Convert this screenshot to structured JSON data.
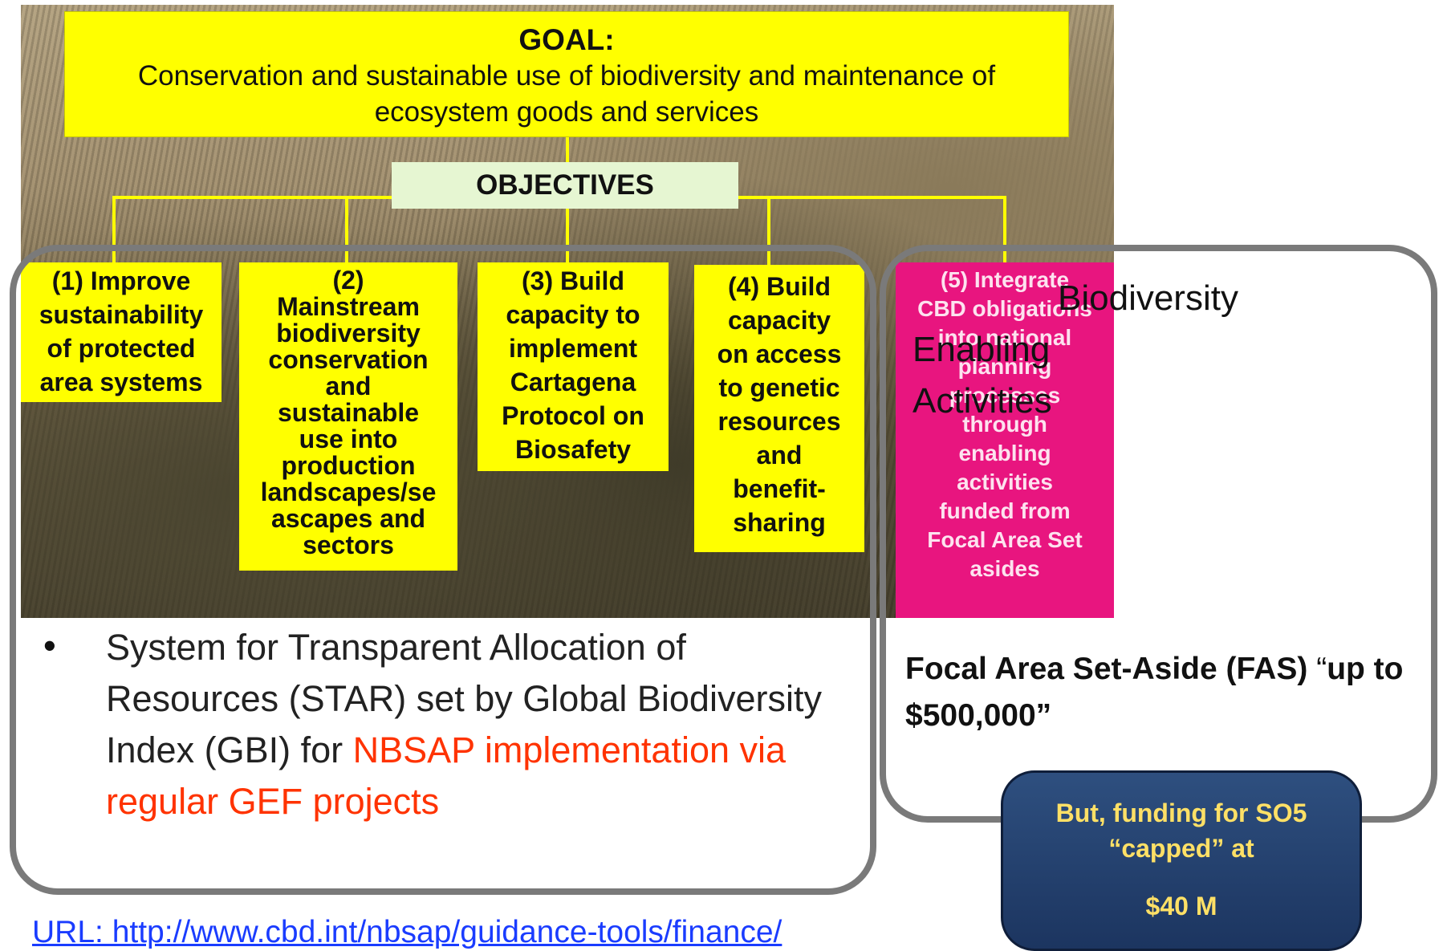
{
  "goal": {
    "title": "GOAL:",
    "line1": "Conservation and sustainable use of biodiversity and maintenance of",
    "line2": "ecosystem goods and services"
  },
  "objectives_label": "OBJECTIVES",
  "objectives": [
    {
      "lines": [
        "(1)  Improve",
        "sustainability",
        "of protected",
        "area systems"
      ]
    },
    {
      "lines": [
        "(2)",
        "Mainstream",
        "biodiversity",
        "conservation",
        "and",
        "sustainable",
        "use into",
        "production",
        "landscapes/se",
        "ascapes and",
        "sectors"
      ]
    },
    {
      "lines": [
        "(3)  Build",
        "capacity to",
        "implement",
        "Cartagena",
        "Protocol on",
        "Biosafety"
      ]
    },
    {
      "lines": [
        "(4)  Build",
        "capacity",
        "on access",
        "to genetic",
        "resources",
        "and",
        "benefit-",
        "sharing"
      ]
    }
  ],
  "objective5": {
    "lines": [
      "(5) Integrate",
      "CBD obligations",
      "into national",
      "planning",
      "processes",
      "through",
      "enabling",
      "activities",
      "funded from",
      "Focal Area Set",
      "asides"
    ]
  },
  "bio_enabling": {
    "line1": "Biodiversity",
    "line2": "Enabling",
    "line3": "Activities"
  },
  "bullet": {
    "symbol": "•",
    "text_black": "System for Transparent Allocation of Resources (STAR) set by Global Biodiversity Index (GBI) for ",
    "text_red": "NBSAP implementation via regular GEF projects"
  },
  "fas": {
    "bold": "Focal Area Set-Aside (FAS) ",
    "quote": "“",
    "rest": "up to $500,000”"
  },
  "cap": {
    "line1": "But, funding for SO5",
    "line2": "“capped” at",
    "line3": "$40 M"
  },
  "url": "URL: http://www.cbd.int/nbsap/guidance-tools/finance/",
  "colors": {
    "yellow": "#ffff00",
    "magenta": "#e8157f",
    "navy": "#1f3864",
    "red_text": "#ff3300",
    "link": "#1a3cff"
  }
}
